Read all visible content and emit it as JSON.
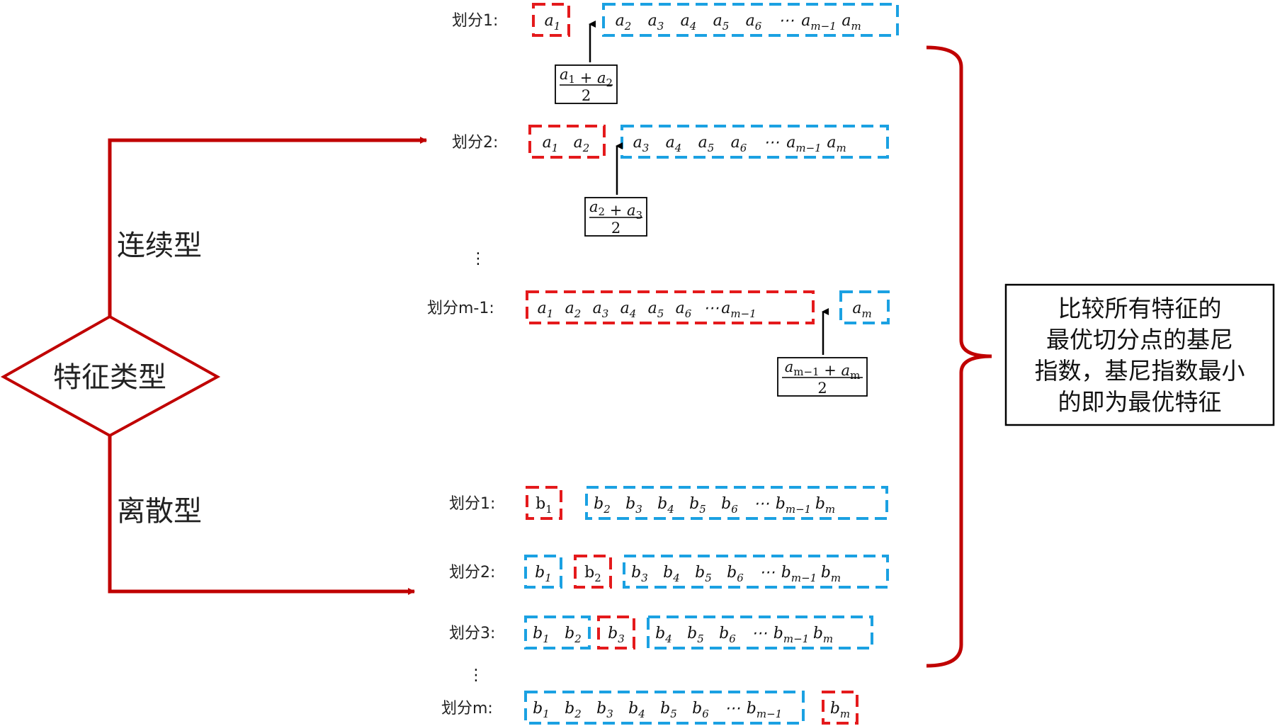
{
  "colors": {
    "red": "#e41a1c",
    "blue": "#1ba1e2",
    "dark_red": "#c00000",
    "black": "#000000"
  },
  "root": {
    "label": "特征类型"
  },
  "branches": [
    {
      "id": "continuous",
      "label": "连续型"
    },
    {
      "id": "discrete",
      "label": "离散型"
    }
  ],
  "continuous": {
    "rows": [
      {
        "label": "划分1:",
        "left_items": [
          [
            "a",
            "1"
          ]
        ],
        "right_items": [
          [
            "a",
            "2"
          ],
          [
            "a",
            "3"
          ],
          [
            "a",
            "4"
          ],
          [
            "a",
            "5"
          ],
          [
            "a",
            "6"
          ],
          [
            "⋯",
            ""
          ],
          [
            "a",
            "m−1"
          ],
          [
            "a",
            "m"
          ]
        ],
        "fraction": {
          "num": [
            [
              "a",
              "1"
            ],
            [
              "+",
              ""
            ],
            [
              "a",
              "2"
            ]
          ],
          "den": "2"
        }
      },
      {
        "label": "划分2:",
        "left_items": [
          [
            "a",
            "1"
          ],
          [
            "a",
            "2"
          ]
        ],
        "right_items": [
          [
            "a",
            "3"
          ],
          [
            "a",
            "4"
          ],
          [
            "a",
            "5"
          ],
          [
            "a",
            "6"
          ],
          [
            "⋯",
            ""
          ],
          [
            "a",
            "m−1"
          ],
          [
            "a",
            "m"
          ]
        ],
        "fraction": {
          "num": [
            [
              "a",
              "2"
            ],
            [
              "+",
              ""
            ],
            [
              "a",
              "3"
            ]
          ],
          "den": "2"
        }
      },
      {
        "label": "划分m-1:",
        "left_items": [
          [
            "a",
            "1"
          ],
          [
            "a",
            "2"
          ],
          [
            "a",
            "3"
          ],
          [
            "a",
            "4"
          ],
          [
            "a",
            "5"
          ],
          [
            "a",
            "6"
          ],
          [
            "⋯",
            ""
          ],
          [
            "a",
            "m−1"
          ]
        ],
        "right_items": [
          [
            "a",
            "m"
          ]
        ],
        "fraction": {
          "num": [
            [
              "a",
              "m−1"
            ],
            [
              "+",
              ""
            ],
            [
              "a",
              "m"
            ]
          ],
          "den": "2"
        }
      }
    ],
    "ellipsis": "⋮"
  },
  "discrete": {
    "rows": [
      {
        "label": "划分1:",
        "groups": [
          {
            "color": "red",
            "items": [
              [
                "b",
                "1"
              ]
            ],
            "upright": true
          },
          {
            "color": "blue",
            "items": [
              [
                "b",
                "2"
              ],
              [
                "b",
                "3"
              ],
              [
                "b",
                "4"
              ],
              [
                "b",
                "5"
              ],
              [
                "b",
                "6"
              ],
              [
                "⋯",
                ""
              ],
              [
                "b",
                "m−1"
              ],
              [
                "b",
                "m"
              ]
            ]
          }
        ]
      },
      {
        "label": "划分2:",
        "groups": [
          {
            "color": "blue",
            "items": [
              [
                "b",
                "1"
              ]
            ]
          },
          {
            "color": "red",
            "items": [
              [
                "b",
                "2"
              ]
            ],
            "upright": true
          },
          {
            "color": "blue",
            "items": [
              [
                "b",
                "3"
              ],
              [
                "b",
                "4"
              ],
              [
                "b",
                "5"
              ],
              [
                "b",
                "6"
              ],
              [
                "⋯",
                ""
              ],
              [
                "b",
                "m−1"
              ],
              [
                "b",
                "m"
              ]
            ]
          }
        ]
      },
      {
        "label": "划分3:",
        "groups": [
          {
            "color": "blue",
            "items": [
              [
                "b",
                "1"
              ],
              [
                "b",
                "2"
              ]
            ]
          },
          {
            "color": "red",
            "items": [
              [
                "b",
                "3"
              ]
            ]
          },
          {
            "color": "blue",
            "items": [
              [
                "b",
                "4"
              ],
              [
                "b",
                "5"
              ],
              [
                "b",
                "6"
              ],
              [
                "⋯",
                ""
              ],
              [
                "b",
                "m−1"
              ],
              [
                "b",
                "m"
              ]
            ]
          }
        ]
      },
      {
        "label": "划分m:",
        "groups": [
          {
            "color": "blue",
            "items": [
              [
                "b",
                "1"
              ],
              [
                "b",
                "2"
              ],
              [
                "b",
                "3"
              ],
              [
                "b",
                "4"
              ],
              [
                "b",
                "5"
              ],
              [
                "b",
                "6"
              ],
              [
                "⋯",
                ""
              ],
              [
                "b",
                "m−1"
              ]
            ]
          },
          {
            "color": "red",
            "items": [
              [
                "b",
                "m"
              ]
            ]
          }
        ]
      }
    ],
    "ellipsis": "⋮"
  },
  "conclusion": {
    "lines": [
      "比较所有特征的",
      "最优切分点的基尼",
      "指数，基尼指数最小",
      "的即为最优特征"
    ]
  }
}
